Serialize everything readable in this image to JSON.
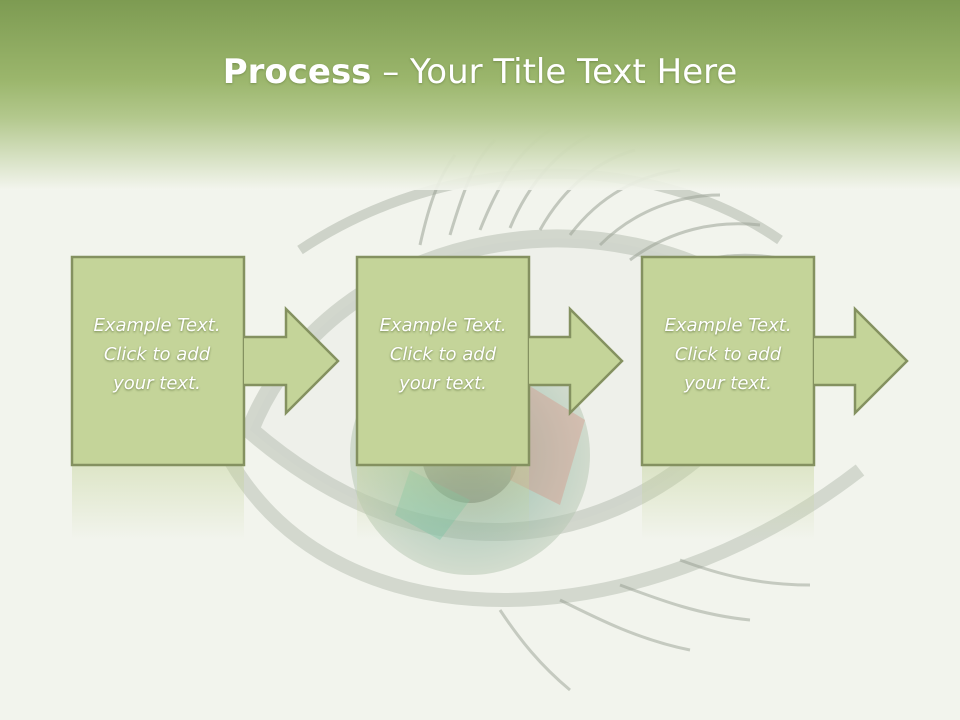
{
  "title": {
    "bold": "Process",
    "rest": " – Your Title Text Here"
  },
  "steps": [
    {
      "line1": "Example Text.",
      "line2": "Click  to add",
      "line3": "your text."
    },
    {
      "line1": "Example Text.",
      "line2": "Click  to add",
      "line3": "your text."
    },
    {
      "line1": "Example Text.",
      "line2": "Click  to add",
      "line3": "your text."
    }
  ],
  "colors": {
    "box_fill": "#c4d499",
    "box_border": "#849160",
    "header_top": "#7d9b52",
    "header_mid": "#9bb66c",
    "text": "#ffffff"
  }
}
